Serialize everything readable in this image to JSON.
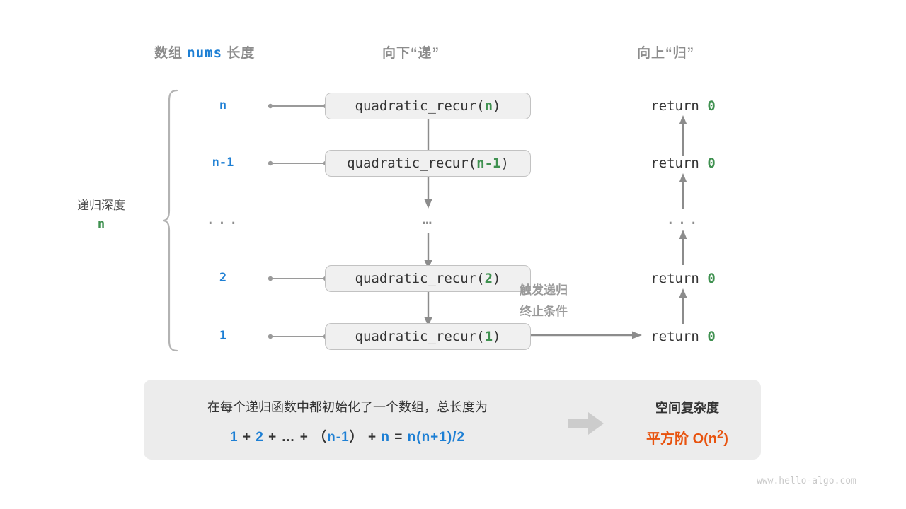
{
  "headers": {
    "left": {
      "pre": "数组",
      "code": "nums",
      "post": "长度"
    },
    "middle": "向下“递”",
    "right": "向上“归”"
  },
  "depth_label": {
    "text": "递归深度",
    "value": "n"
  },
  "rows": [
    {
      "label": "n",
      "call_prefix": "quadratic_recur(",
      "call_arg": "n",
      "call_suffix": ")",
      "ret_text": "return",
      "ret_value": "0"
    },
    {
      "label": "n-1",
      "call_prefix": "quadratic_recur(",
      "call_arg": "n-1",
      "call_suffix": ")",
      "ret_text": "return",
      "ret_value": "0"
    },
    {
      "label": "...",
      "call_prefix": "",
      "call_arg": "",
      "call_suffix": "",
      "ret_text": "...",
      "ret_value": ""
    },
    {
      "label": "2",
      "call_prefix": "quadratic_recur(",
      "call_arg": "2",
      "call_suffix": ")",
      "ret_text": "return",
      "ret_value": "0"
    },
    {
      "label": "1",
      "call_prefix": "quadratic_recur(",
      "call_arg": "1",
      "call_suffix": ")",
      "ret_text": "return",
      "ret_value": "0"
    }
  ],
  "annotation": {
    "line1": "触发递归",
    "line2": "终止条件"
  },
  "panel": {
    "description": "在每个递归函数中都初始化了一个数组，总长度为",
    "formula": {
      "t1": "1",
      "op1": "+",
      "t2": "2",
      "op2": "+",
      "t3": "…",
      "op3": "+",
      "lparen": "（",
      "t4": "n-1",
      "rparen": "）",
      "op4": "+",
      "t5": "n",
      "eq": "=",
      "result": "n(n+1)/2"
    },
    "right_title": "空间复杂度",
    "right_value_label": "平方阶",
    "right_value_expr": "O(n",
    "right_value_sup": "2",
    "right_value_tail": ")"
  },
  "watermark": "www.hello-algo.com",
  "colors": {
    "blue": "#1d7fd4",
    "green": "#3f9150",
    "orange": "#e8530e",
    "gray_text": "#8c8c8c",
    "box_fill": "#f0f0f0",
    "box_border": "#c2c2c2",
    "panel_fill": "#ececec",
    "arrow": "#8c8c8c"
  }
}
